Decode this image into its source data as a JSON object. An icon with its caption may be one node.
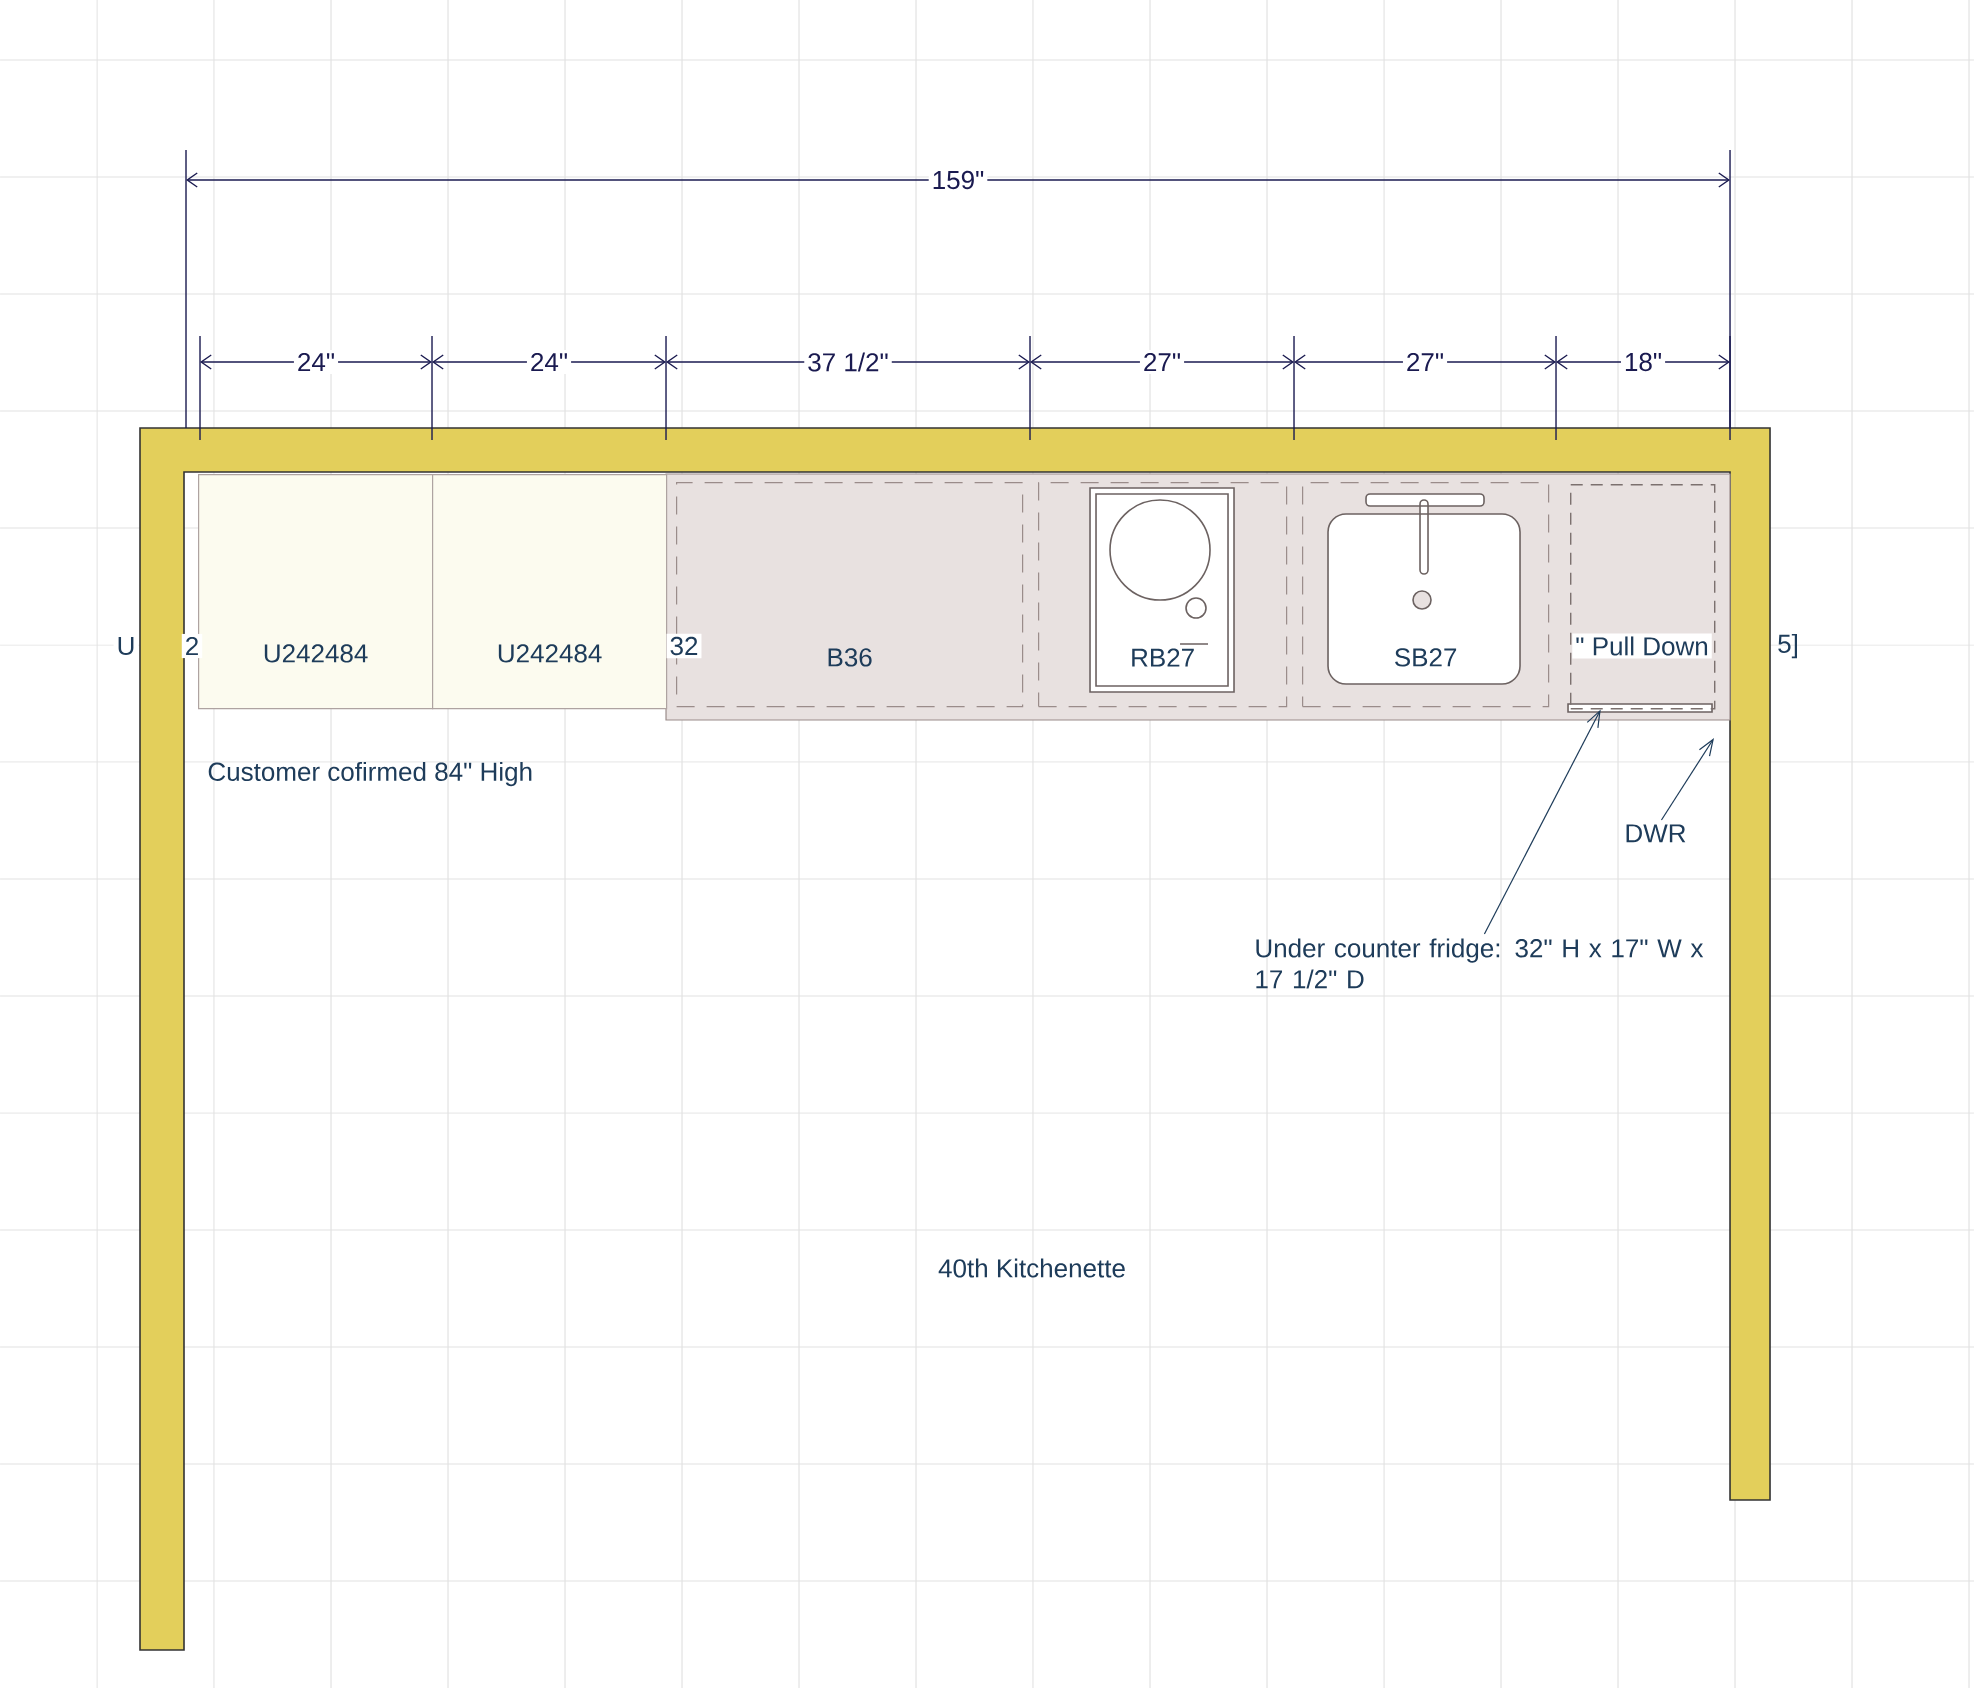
{
  "diagram": {
    "nodes": [
      {
        "text": [
          "U242484"
        ]
      },
      {
        "text": [
          "U242484"
        ]
      },
      {
        "text": [
          "B36"
        ]
      },
      {
        "text": [
          "RB27"
        ]
      },
      {
        "text": [
          "SB27"
        ]
      },
      {
        "text": [],
        "shape": "box"
      },
      {
        "text": [
          "Under counter fridge: 32\" H x 17\" W x 17 1/2\" D"
        ]
      },
      {
        "text": [
          "DWR"
        ]
      }
    ],
    "edges": [
      {
        "from": 6,
        "to": 5,
        "arrow": "to"
      },
      {
        "from": 7,
        "to": null,
        "arrow": "to"
      }
    ],
    "labels": [
      "159\"",
      "24\"",
      "24\"",
      "37 1/2\"",
      "27\"",
      "27\"",
      "18\"",
      "U",
      "2",
      "32",
      "\" Pull Down",
      "5]",
      "Customer cofirmed 84\" High",
      "40th Kitchenette"
    ]
  }
}
